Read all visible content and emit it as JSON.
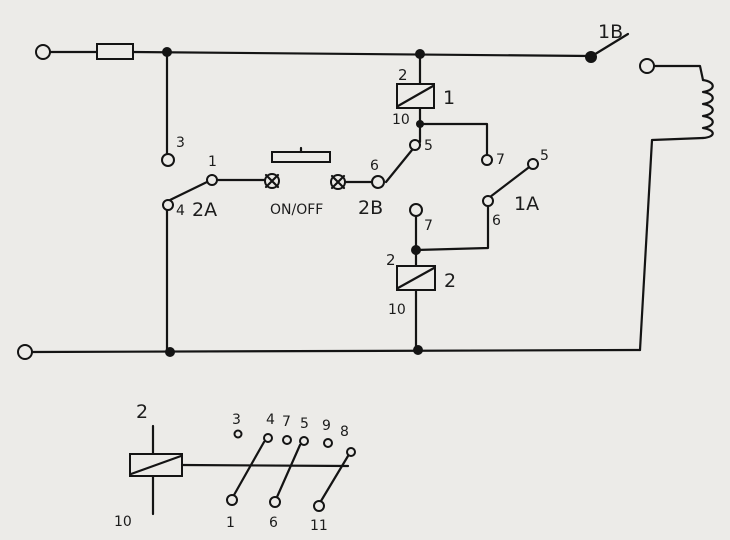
{
  "relay1": {
    "coil_top": "2",
    "coil_bottom": "10",
    "name": "1"
  },
  "relay2": {
    "coil_top": "2",
    "coil_bottom": "10",
    "name": "2"
  },
  "contact_1B": {
    "label": "1B"
  },
  "contact_1A": {
    "label": "1A",
    "t5": "5",
    "t6": "6",
    "t7": "7"
  },
  "contact_2A": {
    "label": "2A",
    "t3": "3",
    "t1": "1",
    "t4": "4"
  },
  "contact_2B": {
    "label": "2B",
    "t5": "5",
    "t6": "6",
    "t7": "7"
  },
  "switch": {
    "label": "ON/OFF"
  },
  "legend": {
    "coil_top": "2",
    "coil_bottom": "10",
    "pins_top": [
      "3",
      "4",
      "7",
      "5",
      "9",
      "8"
    ],
    "pins_bottom": [
      "1",
      "6",
      "11"
    ]
  }
}
